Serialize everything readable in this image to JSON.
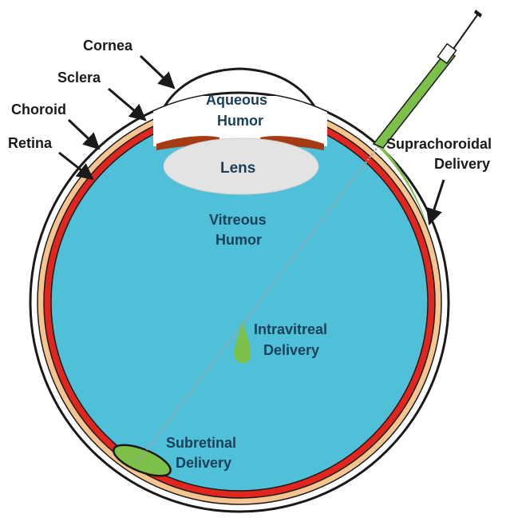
{
  "labels": {
    "cornea": "Cornea",
    "sclera": "Sclera",
    "choroid": "Choroid",
    "retina": "Retina",
    "aqueous_line1": "Aqueous",
    "aqueous_line2": "Humor",
    "lens": "Lens",
    "vitreous_line1": "Vitreous",
    "vitreous_line2": "Humor",
    "intravitreal_line1": "Intravitreal",
    "intravitreal_line2": "Delivery",
    "subretinal_line1": "Subretinal",
    "subretinal_line2": "Delivery",
    "suprachoroidal_line1": "Suprachoroidal",
    "suprachoroidal_line2": "Delivery"
  },
  "colors": {
    "outline": "#1a1a1a",
    "sclera": "#ffffff",
    "choroid": "#f5c48f",
    "retina": "#e0261e",
    "vitreous": "#4fc0d7",
    "lens": "#e3e3e3",
    "iris": "#a63a12",
    "drug": "#7cc04a",
    "label_text": "#1a1a1a",
    "inner_text": "#1b3f5a"
  }
}
